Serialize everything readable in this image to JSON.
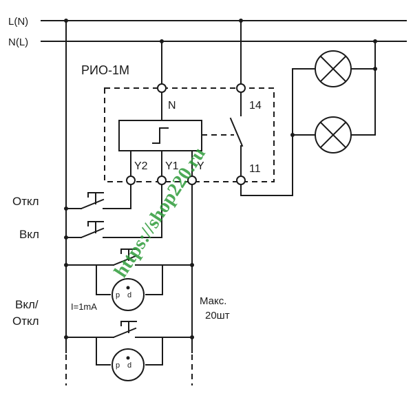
{
  "diagram": {
    "lines": {
      "l_label": "L(N)",
      "n_label": "N(L)"
    },
    "device": {
      "name": "РИО-1М",
      "terminal_n": "N",
      "terminal_14": "14",
      "terminal_11": "11",
      "terminal_y2": "Y2",
      "terminal_y1": "Y1",
      "terminal_y": "Y"
    },
    "buttons": {
      "off_label": "Откл",
      "on_label": "Вкл",
      "toggle_label_1": "Вкл/",
      "toggle_label_2": "Откл",
      "current_label": "I=1mA"
    },
    "max_note": {
      "line1": "Макс.",
      "line2": "20шт"
    },
    "watermark": "https://shop220.ru",
    "colors": {
      "line": "#1a1a1a",
      "watermark": "#2e9b3a",
      "background": "#ffffff"
    }
  }
}
